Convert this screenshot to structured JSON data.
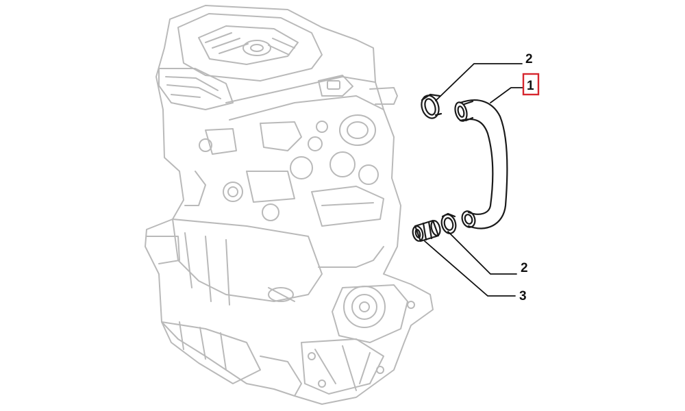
{
  "callouts": {
    "clamp_top": "2",
    "hose": "1",
    "clamp_bottom": "2",
    "union": "3"
  },
  "colors": {
    "engine_line": "#b9b9b9",
    "part_line": "#1a1a1a",
    "leader_line": "#111111",
    "highlight_box": "#d6262e",
    "background": "#ffffff"
  }
}
